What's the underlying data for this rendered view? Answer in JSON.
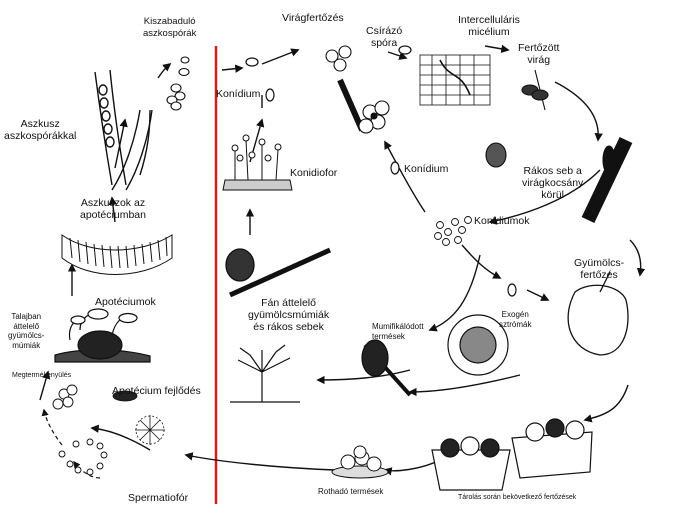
{
  "diagram": {
    "divider_color": "#d11f1f",
    "ink_color": "#111111",
    "labels": {
      "kiszabadulo": [
        "Kiszabaduló",
        "aszkospórák"
      ],
      "aszkusz": [
        "Aszkusz",
        "aszkospórákkal"
      ],
      "aszkuszok": [
        "Aszkuszok az",
        "apotéciumban"
      ],
      "apoteciumok": "Apotéciumok",
      "talajban": [
        "Talajban",
        "áttelelő",
        "gyümölcs-",
        "múmiák"
      ],
      "megtermekenyules": "Megtermékenyülés",
      "apotecium_fejlodes": "Apotécium fejlődés",
      "spermatiofor": "Spermatiofór",
      "konidium_left": "Konídium",
      "konidiofor": "Konidiofor",
      "fan_attelelo": [
        "Fán áttelelő",
        "gyümölcsmúmiák",
        "és rákos sebek"
      ],
      "viragfertozes": "Virágfertőzés",
      "csirazo": [
        "Csírázó",
        "spóra"
      ],
      "intercellularis": [
        "Intercelluláris",
        "micélium"
      ],
      "fertozott": [
        "Fertőzött",
        "virág"
      ],
      "konidium_center": "Konídium",
      "rakos_seb": [
        "Rákos seb a",
        "virágkocsány",
        "körül"
      ],
      "konidiumok": "Konídiumok",
      "gyumolcs": [
        "Gyümölcs-",
        "fertőzés"
      ],
      "mumifikalodott": [
        "Mumifikálódott",
        "termések"
      ],
      "exogen": [
        "Exogén",
        "sztrómák"
      ],
      "rothado": "Rothadó termések",
      "tarolas": "Tárolás során bekövetkező fertőzések"
    }
  }
}
